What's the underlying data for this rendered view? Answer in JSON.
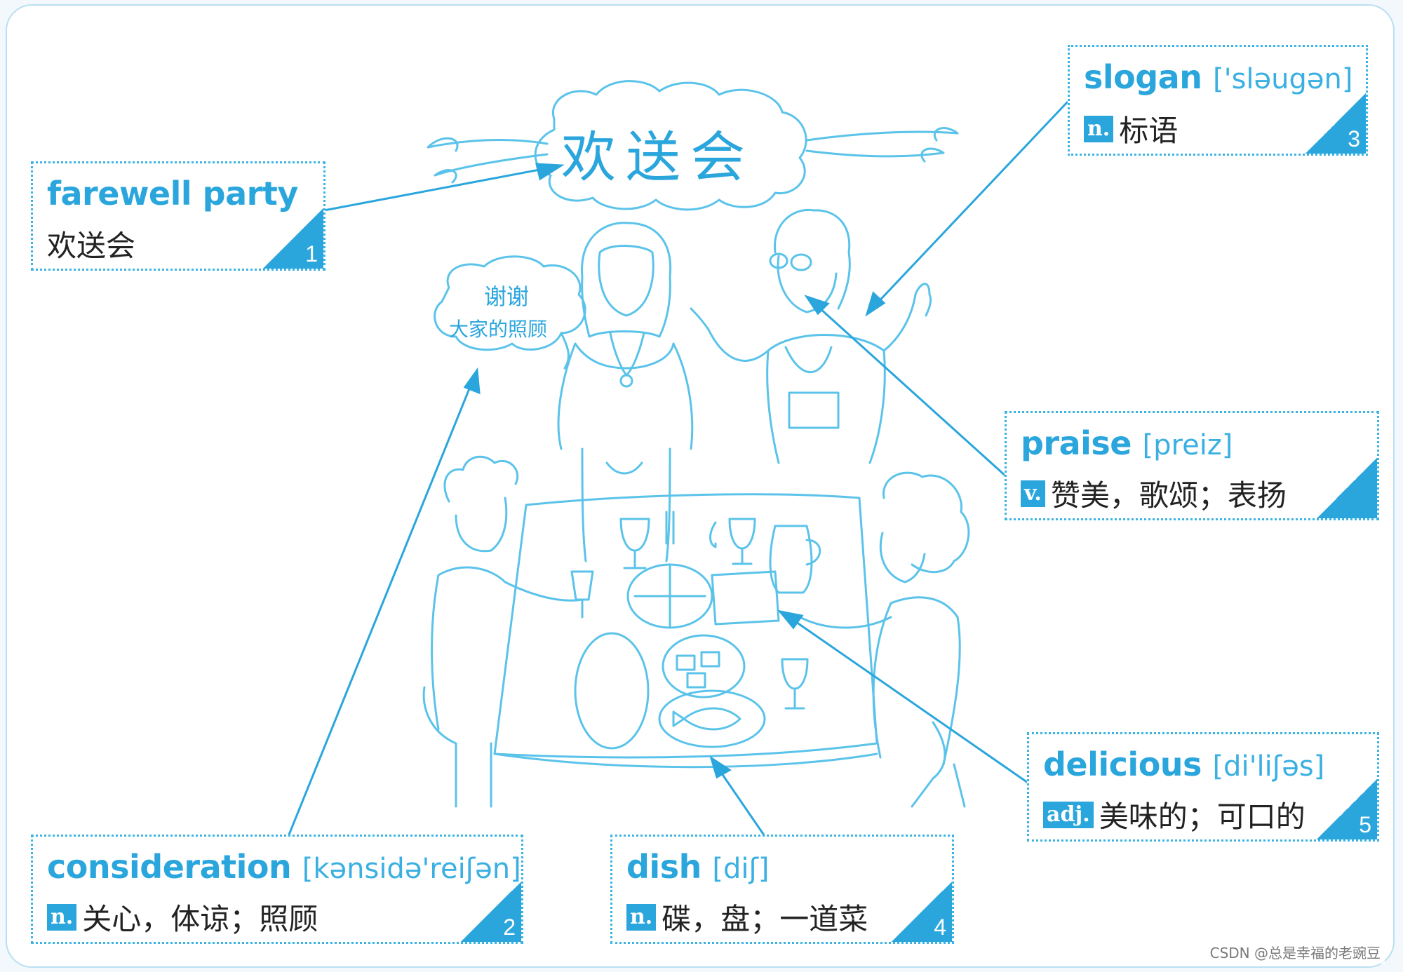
{
  "banner": {
    "text": "欢送会"
  },
  "speech_bubble": {
    "line1": "谢谢",
    "line2": "大家的照顾"
  },
  "cards": [
    {
      "id": "farewell-party",
      "word": "farewell party",
      "phonetic": "",
      "pos": "",
      "meaning": "欢送会",
      "number": "1"
    },
    {
      "id": "consideration",
      "word": "consideration",
      "phonetic": "[kənsidə'reiʃən]",
      "pos": "n.",
      "meaning": "关心，体谅；照顾",
      "number": "2"
    },
    {
      "id": "slogan",
      "word": "slogan",
      "phonetic": "['sləugən]",
      "pos": "n.",
      "meaning": "标语",
      "number": "3"
    },
    {
      "id": "dish",
      "word": "dish",
      "phonetic": "[diʃ]",
      "pos": "n.",
      "meaning": "碟，盘；一道菜",
      "number": "4"
    },
    {
      "id": "delicious",
      "word": "delicious",
      "phonetic": "[di'liʃəs]",
      "pos": "adj.",
      "meaning": "美味的；可口的",
      "number": "5"
    },
    {
      "id": "praise",
      "word": "praise",
      "phonetic": "[preiz]",
      "pos": "v.",
      "meaning": "赞美，歌颂；表扬",
      "number": ""
    }
  ],
  "watermark": "CSDN @总是幸福的老豌豆",
  "colors": {
    "accent": "#2aa6dd",
    "dotted_border": "#3ab4e3",
    "sketch": "#5bc3ea"
  }
}
